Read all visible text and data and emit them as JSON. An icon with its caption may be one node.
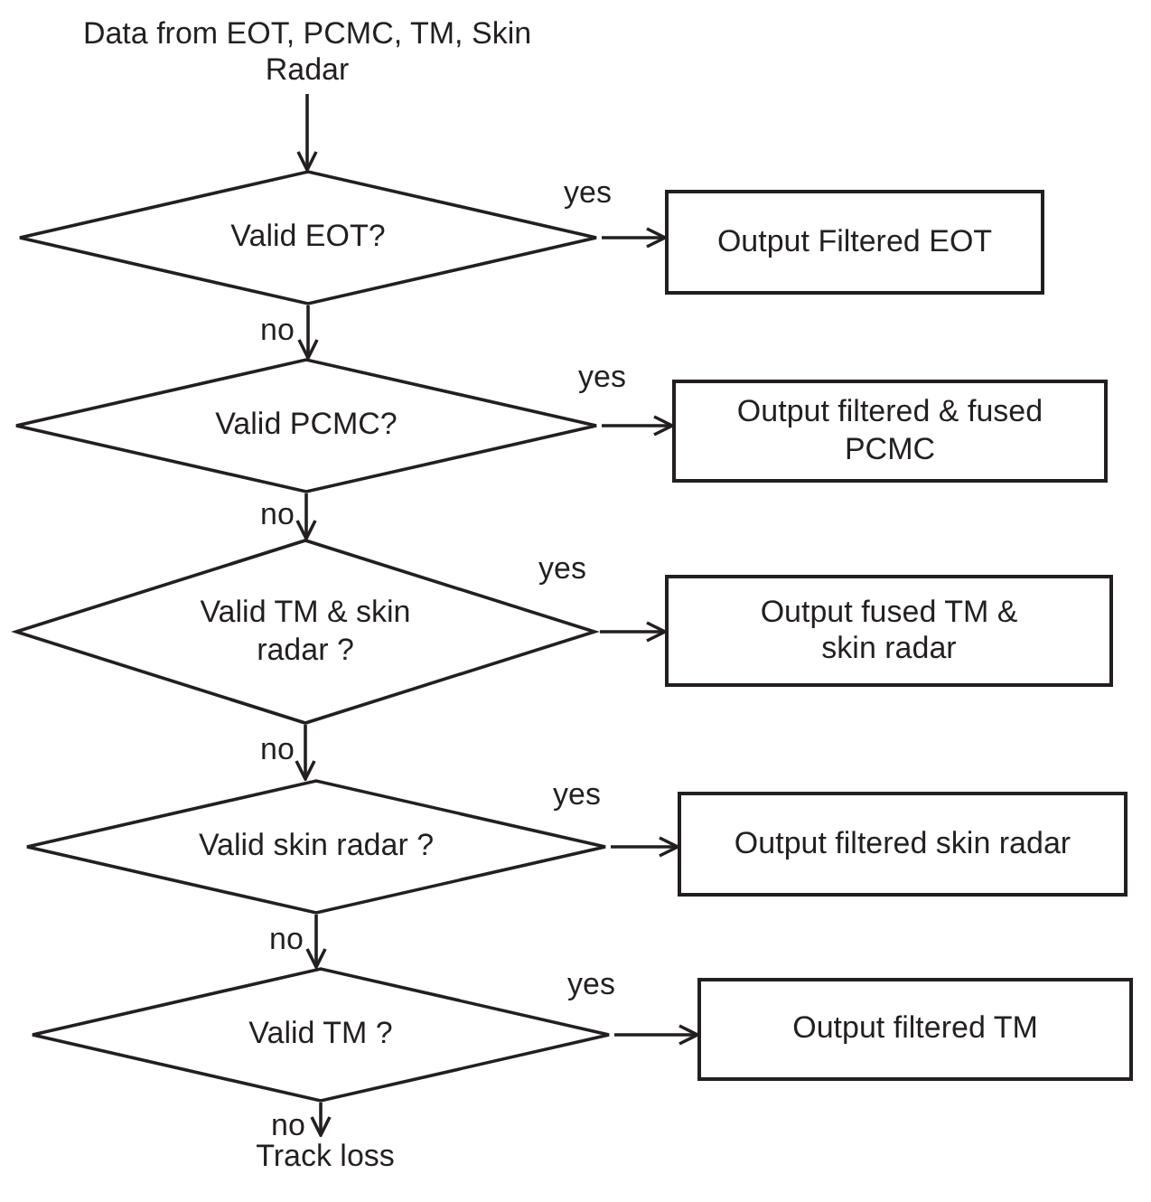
{
  "diagram": {
    "nodes": [
      {
        "text": [
          "Data from EOT, PCMC, TM, Skin Radar"
        ]
      },
      {
        "text": [
          "Valid EOT?"
        ]
      },
      {
        "text": [
          "Output Filtered EOT"
        ]
      },
      {
        "text": [
          "Valid PCMC?"
        ]
      },
      {
        "text": [
          "Output filtered & fused PCMC"
        ]
      },
      {
        "text": [
          "Valid TM & skin radar ?"
        ]
      },
      {
        "text": [
          "Output fused TM & skin radar"
        ]
      },
      {
        "text": [
          "Valid skin radar ?"
        ]
      },
      {
        "text": [
          "Output filtered skin radar"
        ]
      },
      {
        "text": [
          "Valid TM ?"
        ]
      },
      {
        "text": [
          "Output filtered TM"
        ]
      },
      {
        "text": [
          "Track loss"
        ]
      }
    ],
    "edges": [
      {
        "from": 0,
        "to": 1,
        "arrow": "to"
      },
      {
        "from": 1,
        "to": 2,
        "arrow": "to",
        "label": "yes"
      },
      {
        "from": 1,
        "to": 3,
        "arrow": "to",
        "label": "no"
      },
      {
        "from": 3,
        "to": 4,
        "arrow": "to",
        "label": "yes"
      },
      {
        "from": 3,
        "to": 5,
        "arrow": "to",
        "label": "no"
      },
      {
        "from": 5,
        "to": 6,
        "arrow": "to",
        "label": "yes"
      },
      {
        "from": 5,
        "to": 7,
        "arrow": "to",
        "label": "no"
      },
      {
        "from": 7,
        "to": 8,
        "arrow": "to",
        "label": "yes"
      },
      {
        "from": 7,
        "to": 9,
        "arrow": "to",
        "label": "no"
      },
      {
        "from": 9,
        "to": 10,
        "arrow": "to",
        "label": "yes"
      },
      {
        "from": 9,
        "to": 11,
        "arrow": "to",
        "label": "no"
      }
    ]
  }
}
